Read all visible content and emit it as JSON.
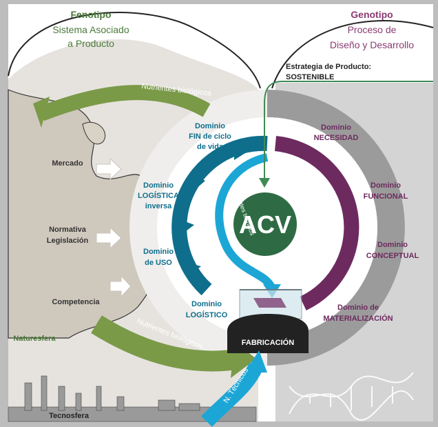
{
  "colors": {
    "frame": "#bdbdbd",
    "green_text": "#4a7a3a",
    "green_arrow": "#7a9a48",
    "purple": "#6d2a5f",
    "purple_text": "#8a3a72",
    "teal": "#0f6e8c",
    "acv_green": "#2e6b44",
    "cyan": "#1ca6d6",
    "cream": "#e9e4dc",
    "gray_light": "#d8d8d8",
    "dark": "#222222"
  },
  "fenotipo": {
    "title": "Fenotipo",
    "line1": "Sistema Asociado",
    "line2": "a Producto"
  },
  "genotipo": {
    "title": "Genotipo",
    "line1": "Proceso de",
    "line2": "Diseño y Desarrollo"
  },
  "estrategia": {
    "line1": "Estrategia de Producto:",
    "line2": "SOSTENIBLE"
  },
  "flows": {
    "nutrientes_top": "Nutrientes biológicos",
    "nutrientes_bottom": "Nutrientes biológicos",
    "nutrientes_tecnicos": "Nutrientes técnicos",
    "n_tecnicos": "N. Técnicos"
  },
  "left_labels": {
    "mercado": "Mercado",
    "normativa": "Normativa",
    "legislacion": "Legislación",
    "competencia": "Competencia",
    "naturesfera": "Naturesfera",
    "tecnosfera": "Tecnosfera"
  },
  "domains_left": {
    "fin": [
      "Dominio",
      "FIN de ciclo",
      "de vida"
    ],
    "logistica_inversa": [
      "Dominio",
      "LOGÍSTICA",
      "inversa"
    ],
    "uso": [
      "Dominio",
      "de USO"
    ],
    "logistico": [
      "Dominio",
      "LOGÍSTICO"
    ]
  },
  "domains_right": {
    "necesidad": [
      "Dominio",
      "NECESIDAD"
    ],
    "funcional": [
      "Dominio",
      "FUNCIONAL"
    ],
    "conceptual": [
      "Dominio",
      "CONCEPTUAL"
    ],
    "materializacion": [
      "Dominio de",
      "MATERIALIZACIÓN"
    ]
  },
  "center": {
    "acv": "ACV",
    "fabricacion": "FABRICACIÓN"
  }
}
